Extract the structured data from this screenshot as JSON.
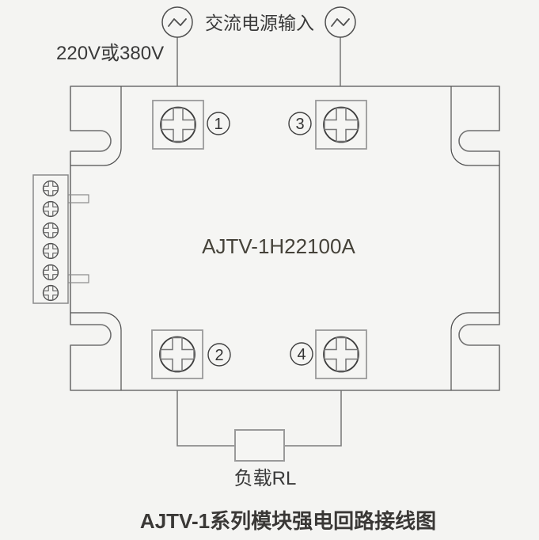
{
  "page": {
    "caption": "AJTV-1系列模块强电回路接线图",
    "background": "#f4f4f2"
  },
  "power": {
    "ac_input_label": "交流电源输入",
    "voltage_label": "220V或380V",
    "source_symbol": "ac-sine-wave"
  },
  "module": {
    "model": "AJTV-1H22100A",
    "terminals": [
      {
        "number": "1",
        "position": "top-left"
      },
      {
        "number": "2",
        "position": "bottom-left"
      },
      {
        "number": "3",
        "position": "top-right"
      },
      {
        "number": "4",
        "position": "bottom-right"
      }
    ],
    "terminal_block_screws": 6
  },
  "load": {
    "label": "负载RL"
  },
  "colors": {
    "background": "#f4f4f2",
    "outline": "#6f6f6f",
    "detail_line": "#4f4f4f",
    "box_line": "#9a9a9a",
    "wire": "#7d7d7d",
    "text": "#3a3a3a"
  }
}
